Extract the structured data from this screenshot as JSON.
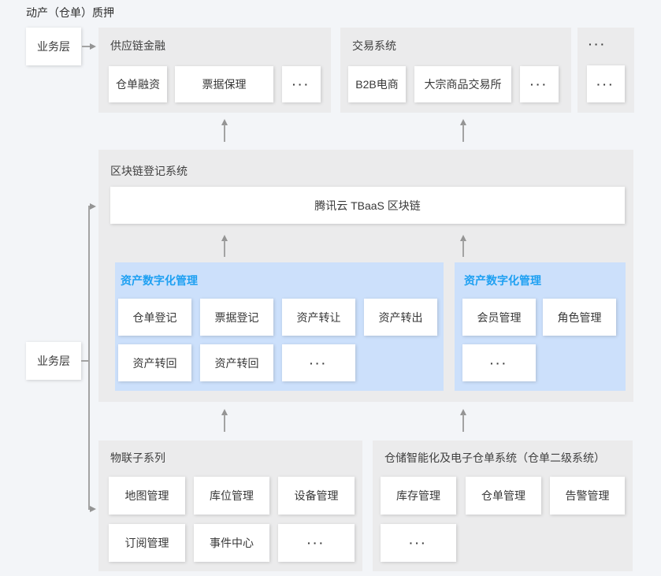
{
  "title": "动产（仓单）质押",
  "colors": {
    "page_bg": "#f3f5f8",
    "panel_bg": "#ebebec",
    "blue_panel_bg": "#cce0fb",
    "accent_blue": "#1ea0f2",
    "arrow_gray": "#9a9a9a",
    "text": "#333333"
  },
  "business_layer": {
    "top_label": "业务层",
    "left_label": "业务层"
  },
  "top_row": {
    "panels": [
      {
        "title": "供应链金融",
        "items": [
          "仓单融资",
          "票据保理",
          "···"
        ]
      },
      {
        "title": "交易系统",
        "items": [
          "B2B电商",
          "大宗商品交易所",
          "···"
        ]
      },
      {
        "title": "···",
        "items": [
          "···"
        ]
      }
    ]
  },
  "blockchain": {
    "title": "区块链登记系统",
    "chain_bar": "腾讯云 TBaaS 区块链",
    "panels": [
      {
        "title": "资产数字化管理",
        "items": [
          "仓单登记",
          "票据登记",
          "资产转让",
          "资产转出",
          "资产转回",
          "资产转回",
          "···"
        ]
      },
      {
        "title": "资产数字化管理",
        "items": [
          "会员管理",
          "角色管理",
          "···"
        ]
      }
    ]
  },
  "bottom_row": {
    "panels": [
      {
        "title": "物联子系列",
        "items": [
          "地图管理",
          "库位管理",
          "设备管理",
          "订阅管理",
          "事件中心",
          "···"
        ]
      },
      {
        "title": "仓储智能化及电子仓单系统（仓单二级系统）",
        "items": [
          "库存管理",
          "仓单管理",
          "告警管理",
          "···"
        ]
      }
    ]
  }
}
